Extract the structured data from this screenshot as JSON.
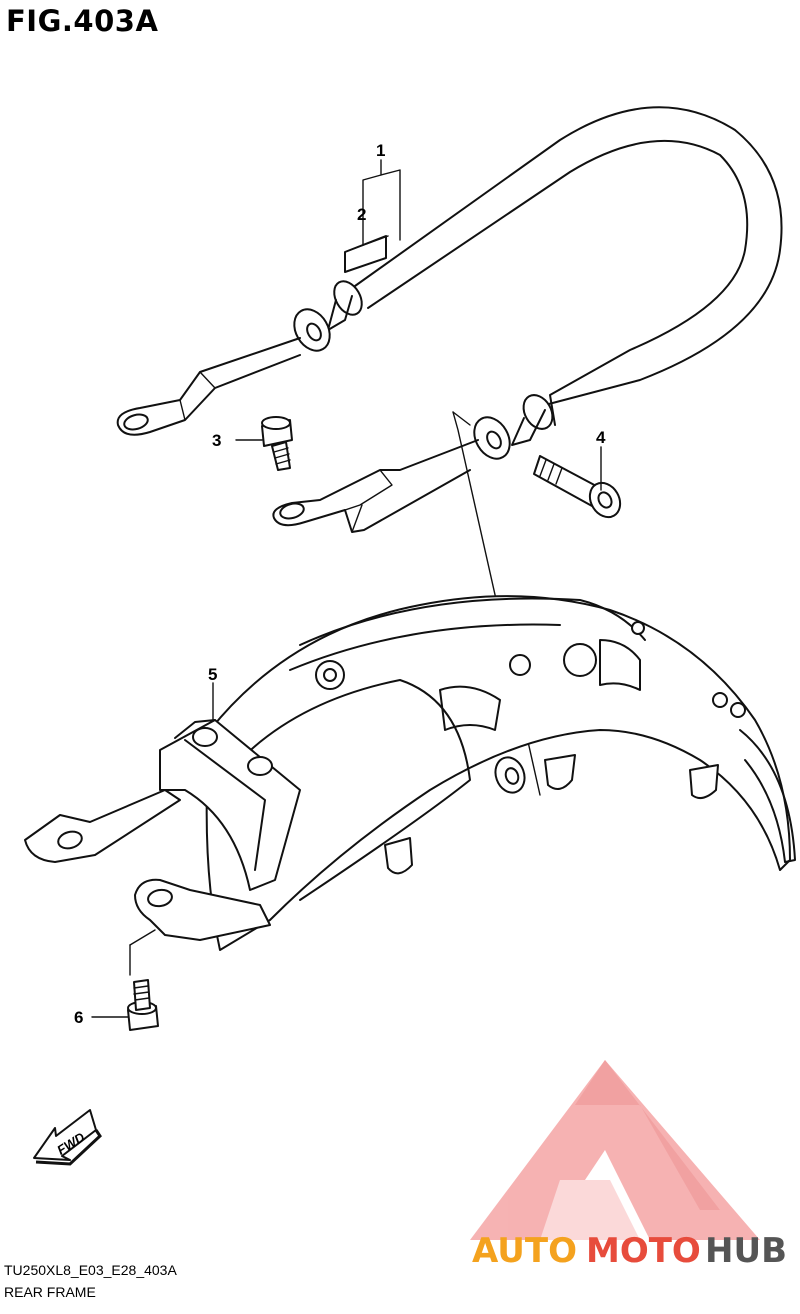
{
  "figure": {
    "title": "FIG.403A"
  },
  "callouts": [
    {
      "ref": "1",
      "label": "1"
    },
    {
      "ref": "2",
      "label": "2"
    },
    {
      "ref": "3",
      "label": "3"
    },
    {
      "ref": "4",
      "label": "4"
    },
    {
      "ref": "5",
      "label": "5"
    },
    {
      "ref": "6",
      "label": "6"
    }
  ],
  "fwd_label": "FWD",
  "footer": {
    "code": "TU250XL8_E03_E28_403A",
    "name": "REAR FRAME"
  },
  "watermark": {
    "part1": "AUTO",
    "part2": "MOTO",
    "part3": "HUB",
    "color_primary": "#f4a21e",
    "color_secondary": "#e74c3c",
    "color_tertiary": "#555555"
  },
  "colors": {
    "line": "#111111",
    "background": "#ffffff",
    "watermark_triangle": "#f08a8a"
  }
}
